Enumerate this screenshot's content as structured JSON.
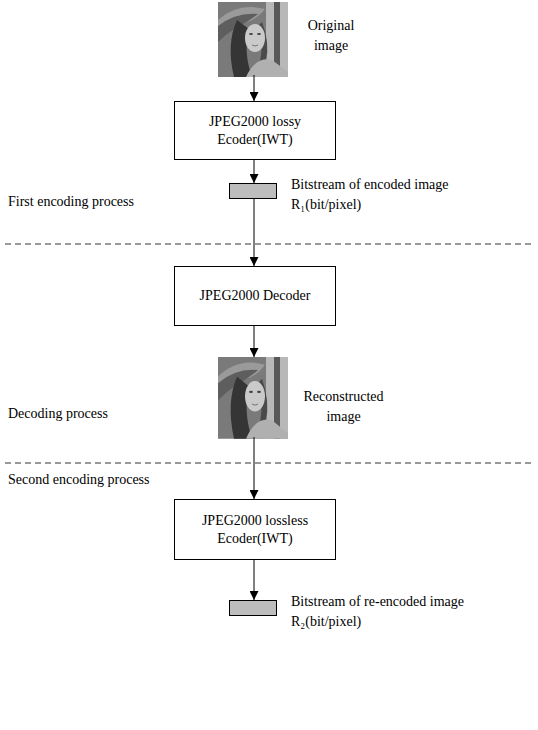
{
  "diagram": {
    "nodes": [
      {
        "text": [
          "Original image"
        ]
      },
      {
        "text": [
          "JPEG2000 lossy Ecoder(IWT)"
        ]
      },
      {
        "text": [
          "Bitstream of encoded image R₁(bit/pixel)"
        ]
      },
      {
        "text": [
          "JPEG2000 Decoder"
        ]
      },
      {
        "text": [
          "Reconstructed image"
        ]
      },
      {
        "text": [
          "JPEG2000 lossless Ecoder(IWT)"
        ]
      },
      {
        "text": [
          "Bitstream of re-encoded image R₂(bit/pixel)"
        ]
      }
    ],
    "edges": [
      {
        "from": 0,
        "to": 1,
        "arrow": "to"
      },
      {
        "from": 1,
        "to": 2,
        "arrow": "to"
      },
      {
        "from": 2,
        "to": 3,
        "arrow": "to"
      },
      {
        "from": 3,
        "to": 4,
        "arrow": "to"
      },
      {
        "from": 4,
        "to": 5,
        "arrow": "to"
      },
      {
        "from": 5,
        "to": 6,
        "arrow": "to"
      }
    ],
    "labels": [
      "First encoding process",
      "Decoding process",
      "Second encoding process"
    ]
  }
}
